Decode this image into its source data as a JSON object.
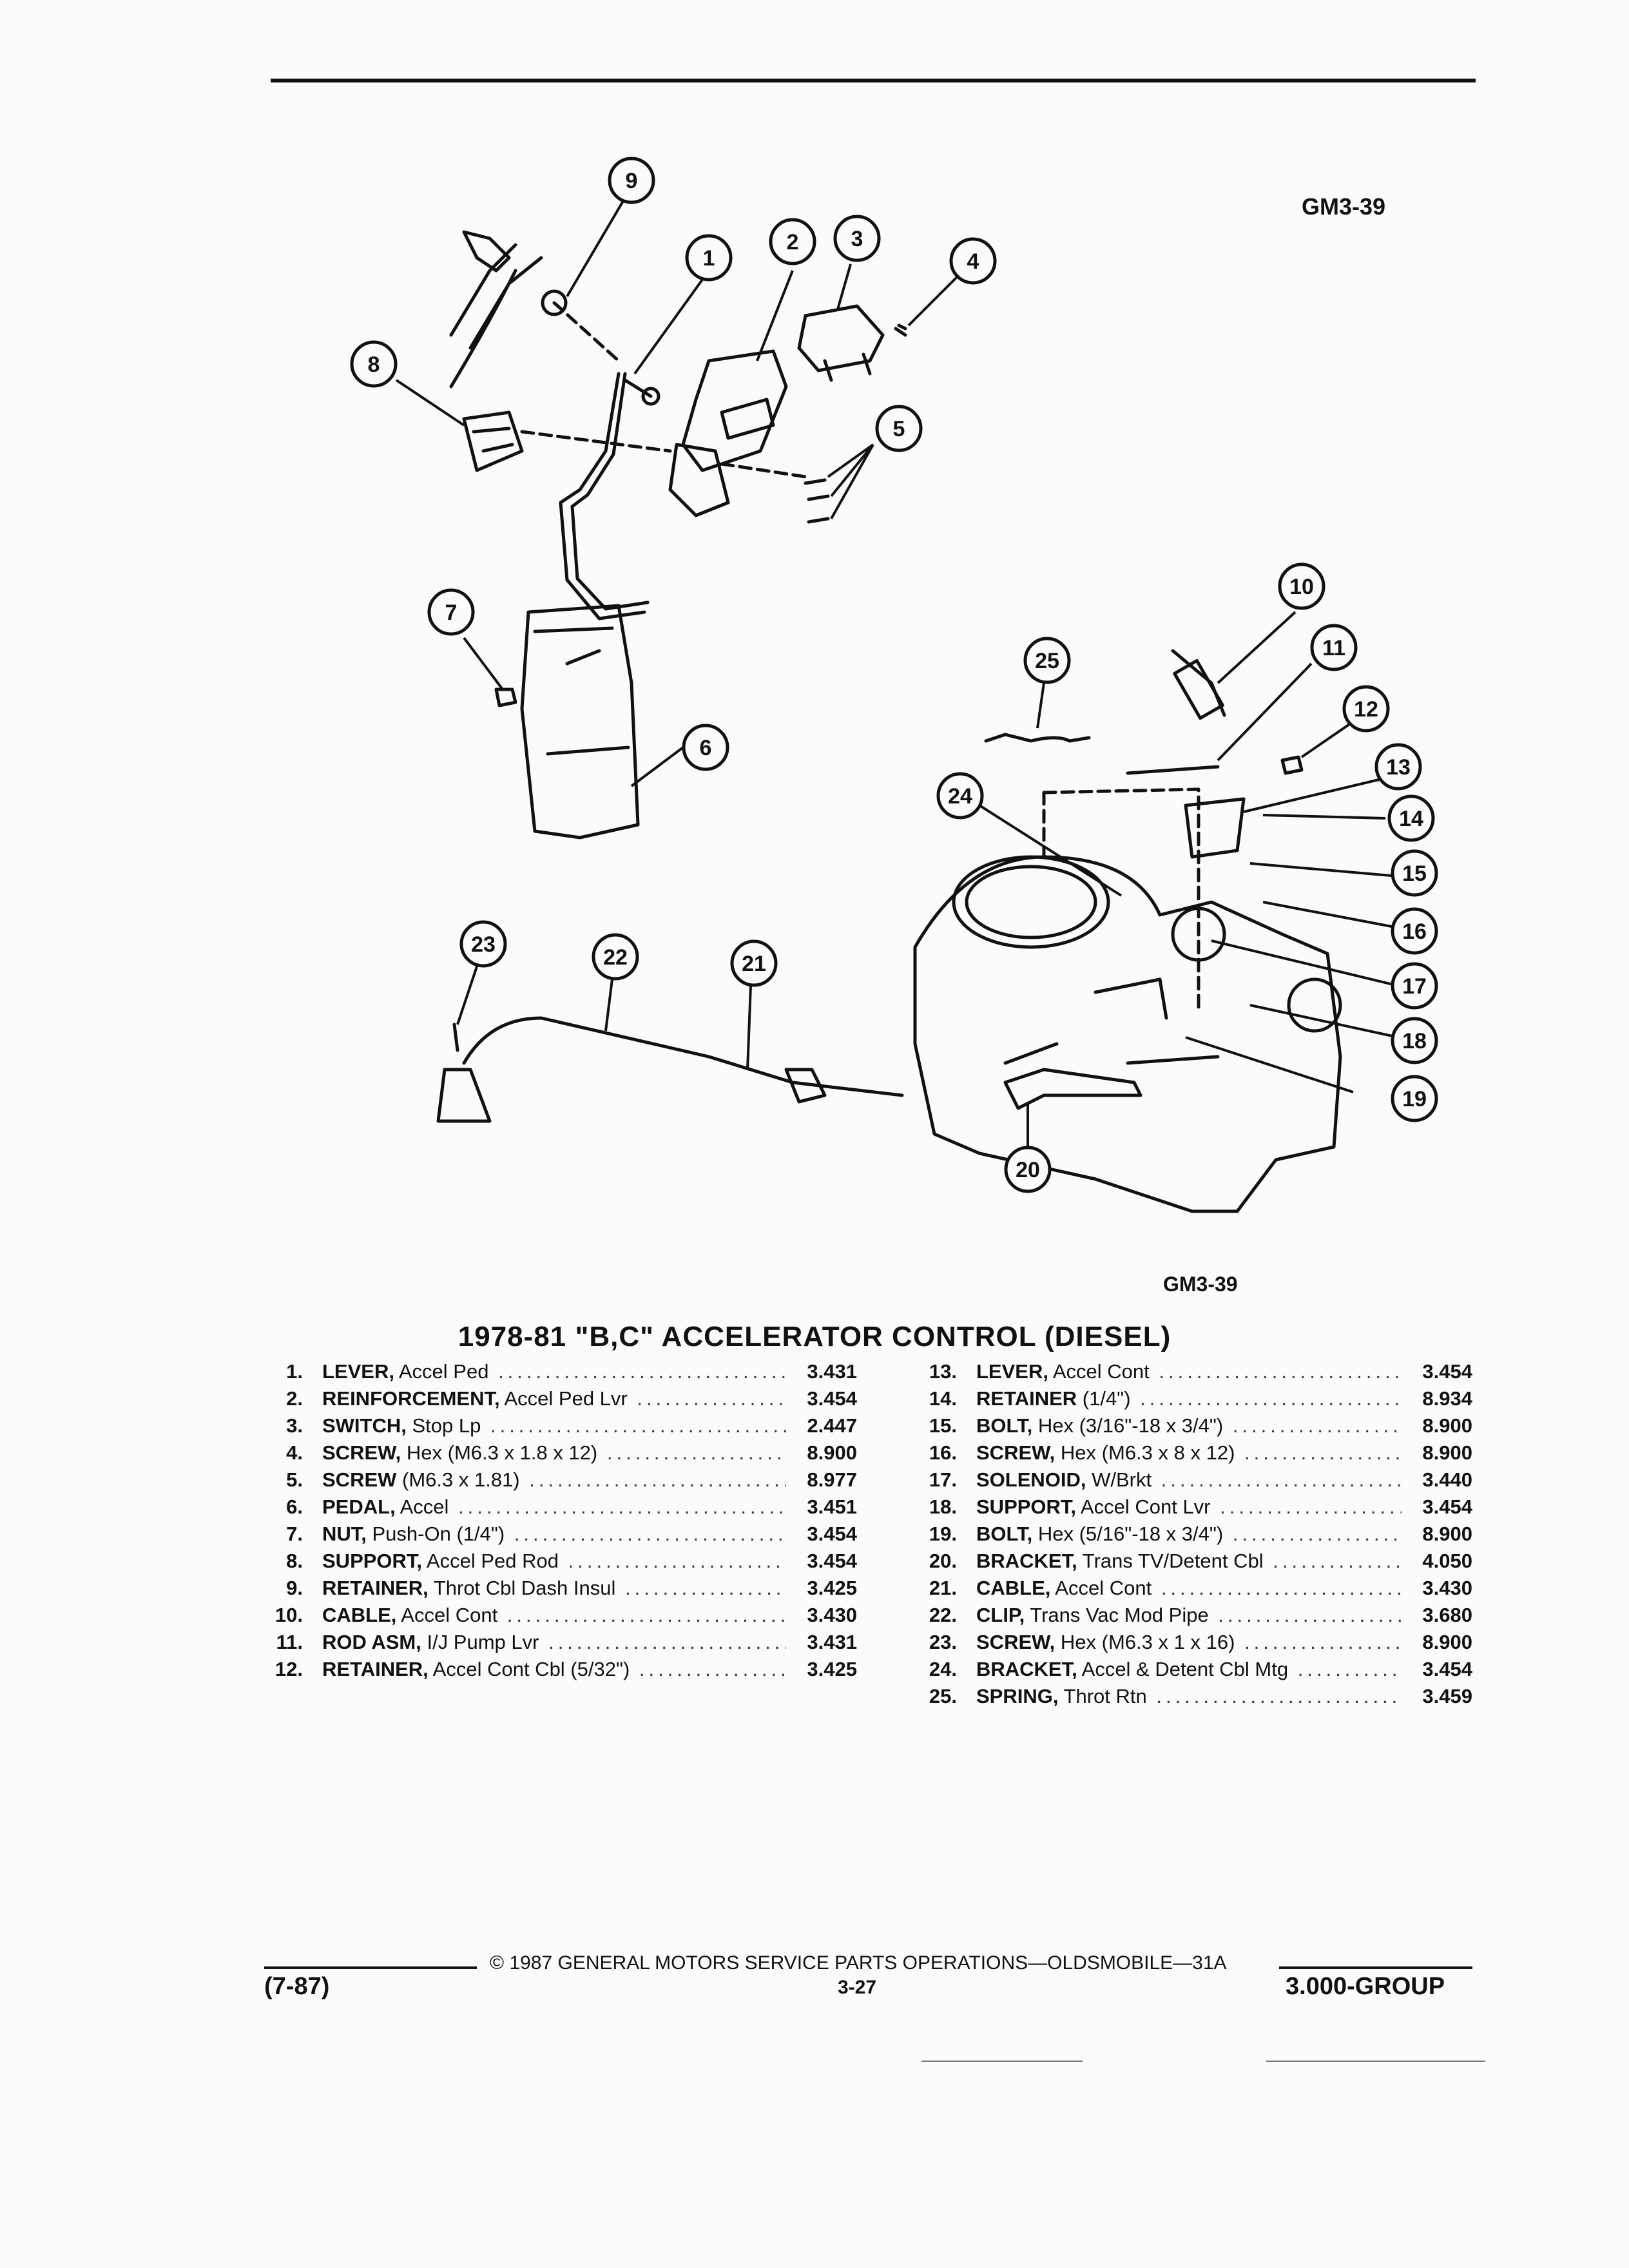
{
  "figure_code_top": "GM3-39",
  "figure_code_bottom": "GM3-39",
  "title": "1978-81 \"B,C\" ACCELERATOR CONTROL (DIESEL)",
  "callouts": [
    "1",
    "2",
    "3",
    "4",
    "5",
    "6",
    "7",
    "8",
    "9",
    "10",
    "11",
    "12",
    "13",
    "14",
    "15",
    "16",
    "17",
    "18",
    "19",
    "20",
    "21",
    "22",
    "23",
    "24",
    "25"
  ],
  "parts_left": [
    {
      "no": "1.",
      "name": "LEVER,",
      "detail": " Accel Ped",
      "ref": "3.431"
    },
    {
      "no": "2.",
      "name": "REINFORCEMENT,",
      "detail": " Accel Ped Lvr",
      "ref": "3.454"
    },
    {
      "no": "3.",
      "name": "SWITCH,",
      "detail": " Stop Lp",
      "ref": "2.447"
    },
    {
      "no": "4.",
      "name": "SCREW,",
      "detail": " Hex (M6.3 x 1.8 x 12)",
      "ref": "8.900"
    },
    {
      "no": "5.",
      "name": "SCREW",
      "detail": " (M6.3 x 1.81)",
      "ref": "8.977"
    },
    {
      "no": "6.",
      "name": "PEDAL,",
      "detail": " Accel",
      "ref": "3.451"
    },
    {
      "no": "7.",
      "name": "NUT,",
      "detail": " Push-On (1/4\")",
      "ref": "3.454"
    },
    {
      "no": "8.",
      "name": "SUPPORT,",
      "detail": " Accel Ped Rod",
      "ref": "3.454"
    },
    {
      "no": "9.",
      "name": "RETAINER,",
      "detail": " Throt Cbl Dash Insul",
      "ref": "3.425"
    },
    {
      "no": "10.",
      "name": "CABLE,",
      "detail": " Accel Cont",
      "ref": "3.430"
    },
    {
      "no": "11.",
      "name": "ROD ASM,",
      "detail": " I/J Pump Lvr",
      "ref": "3.431"
    },
    {
      "no": "12.",
      "name": "RETAINER,",
      "detail": " Accel Cont Cbl (5/32\")",
      "ref": "3.425"
    }
  ],
  "parts_right": [
    {
      "no": "13.",
      "name": "LEVER,",
      "detail": " Accel Cont",
      "ref": "3.454"
    },
    {
      "no": "14.",
      "name": "RETAINER",
      "detail": " (1/4\")",
      "ref": "8.934"
    },
    {
      "no": "15.",
      "name": "BOLT,",
      "detail": " Hex (3/16\"-18 x 3/4\")",
      "ref": "8.900"
    },
    {
      "no": "16.",
      "name": "SCREW,",
      "detail": " Hex (M6.3 x 8 x 12)",
      "ref": "8.900"
    },
    {
      "no": "17.",
      "name": "SOLENOID,",
      "detail": " W/Brkt",
      "ref": "3.440"
    },
    {
      "no": "18.",
      "name": "SUPPORT,",
      "detail": " Accel Cont Lvr",
      "ref": "3.454"
    },
    {
      "no": "19.",
      "name": "BOLT,",
      "detail": " Hex (5/16\"-18 x 3/4\")",
      "ref": "8.900"
    },
    {
      "no": "20.",
      "name": "BRACKET,",
      "detail": " Trans TV/Detent Cbl",
      "ref": "4.050"
    },
    {
      "no": "21.",
      "name": "CABLE,",
      "detail": " Accel Cont",
      "ref": "3.430"
    },
    {
      "no": "22.",
      "name": "CLIP,",
      "detail": " Trans Vac Mod Pipe",
      "ref": "3.680"
    },
    {
      "no": "23.",
      "name": "SCREW,",
      "detail": " Hex (M6.3 x 1 x 16)",
      "ref": "8.900"
    },
    {
      "no": "24.",
      "name": "BRACKET,",
      "detail": " Accel & Detent Cbl Mtg",
      "ref": "3.454"
    },
    {
      "no": "25.",
      "name": "SPRING,",
      "detail": " Throt Rtn",
      "ref": "3.459"
    }
  ],
  "footer": {
    "copyright": "© 1987 GENERAL MOTORS SERVICE PARTS OPERATIONS—OLDSMOBILE—31A",
    "date": "(7-87)",
    "page": "3-27",
    "group": "3.000-GROUP"
  }
}
